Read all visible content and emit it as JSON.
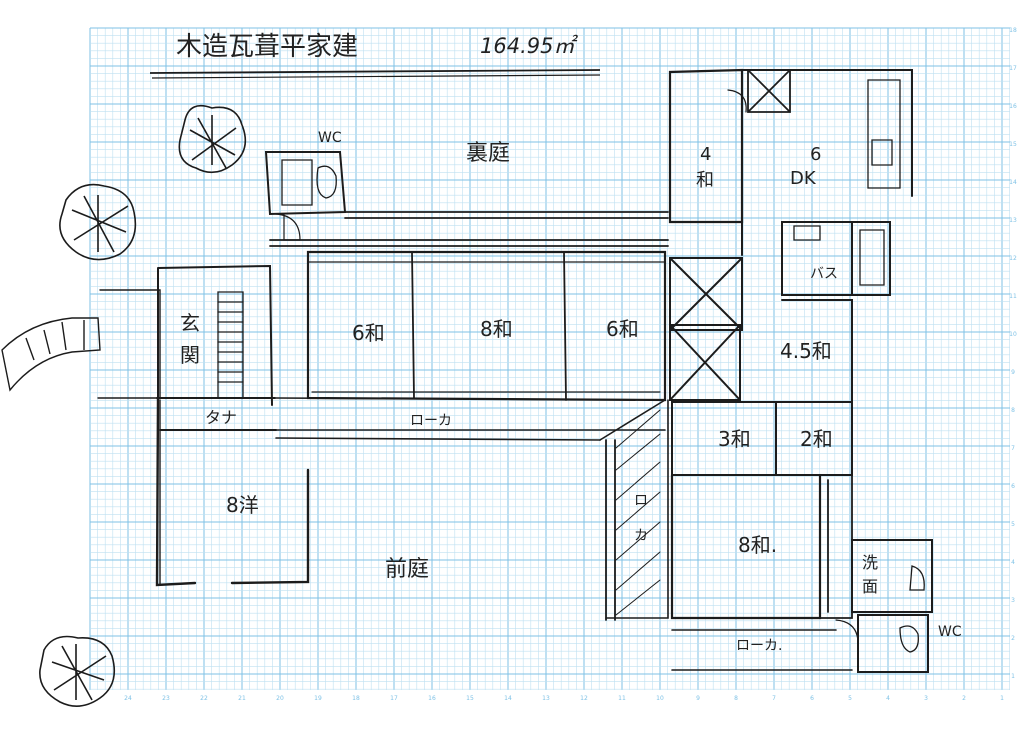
{
  "title": "木造瓦葺平家建",
  "area": "164.95㎡",
  "colors": {
    "paper": "#ffffff",
    "grid_fine": "#bfe0f2",
    "grid_major": "#7fc2e6",
    "ink": "#1c1c1c"
  },
  "grid_numbers_bottom": [
    "24",
    "23",
    "22",
    "21",
    "20",
    "19",
    "18",
    "17",
    "16",
    "15",
    "14",
    "13",
    "12",
    "11",
    "10",
    "9",
    "8",
    "7",
    "6",
    "5",
    "4",
    "3",
    "2",
    "1"
  ],
  "grid_numbers_right": [
    "18",
    "17",
    "16",
    "15",
    "14",
    "13",
    "12",
    "11",
    "10",
    "9",
    "8",
    "7",
    "6",
    "5",
    "4",
    "3",
    "2",
    "1"
  ],
  "labels": {
    "back_garden": "裏庭",
    "front_garden": "前庭",
    "wc_top": "WC",
    "wc_bottom": "WC",
    "genkan_1": "玄",
    "genkan_2": "関",
    "tana": "タナ",
    "room_8yo": "8洋",
    "room_6wa_a": "6和",
    "room_8wa_a": "8和",
    "room_6wa_b": "6和",
    "room_4wa_1": "4",
    "room_4wa_2": "和",
    "dk_1": "6",
    "dk_2": "DK",
    "bath": "バス",
    "room_45wa": "4.5和",
    "room_3wa": "3和",
    "room_2wa": "2和",
    "room_8wa_b": "8和.",
    "senmen_1": "洗",
    "senmen_2": "面",
    "roka_1": "ローカ",
    "roka_2_1": "ロ",
    "roka_2_2": "カ",
    "roka_3": "ローカ."
  }
}
